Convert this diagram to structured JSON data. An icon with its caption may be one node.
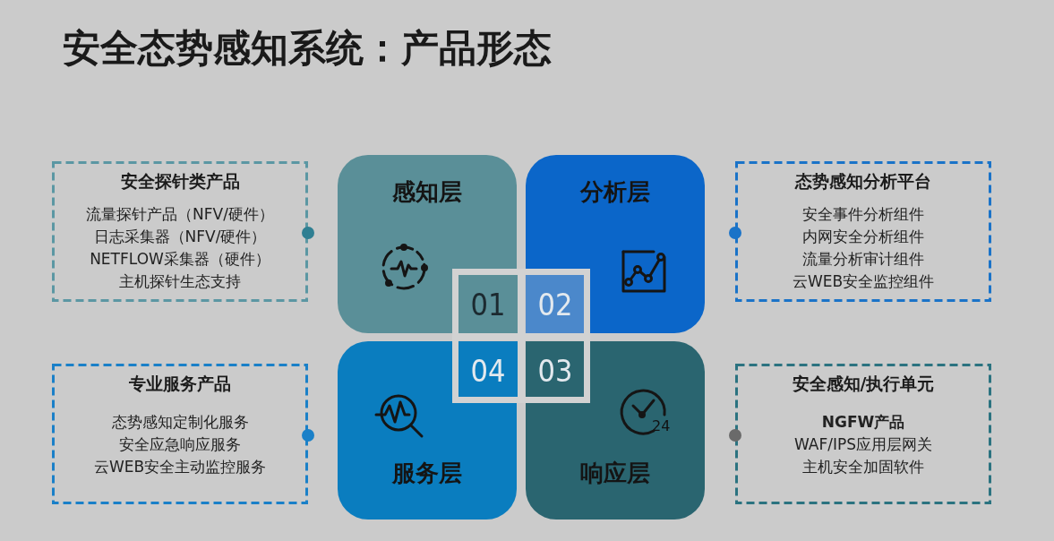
{
  "diagram": {
    "title": "安全态势感知系统：产品形态",
    "nodes": [
      {
        "text": [
          "安全探针类产品",
          "流量探针产品（NFV/硬件）",
          "日志采集器（NFV/硬件）",
          "NETFLOW采集器（硬件）",
          "主机探针生态支持"
        ]
      },
      {
        "text": [
          "感知层",
          "01"
        ]
      },
      {
        "text": [
          "分析层",
          "02"
        ]
      },
      {
        "text": [
          "态势感知分析平台",
          "安全事件分析组件",
          "内网安全分析组件",
          "流量分析审计组件",
          "云WEB安全监控组件"
        ]
      },
      {
        "text": [
          "专业服务产品",
          "态势感知定制化服务",
          "安全应急响应服务",
          "云WEB安全主动监控服务"
        ]
      },
      {
        "text": [
          "服务层",
          "04"
        ]
      },
      {
        "text": [
          "响应层",
          "03",
          "24"
        ]
      },
      {
        "text": [
          "安全感知/执行单元",
          "NGFW产品",
          "WAF/IPS应用层网关",
          "主机安全加固软件"
        ]
      }
    ]
  }
}
